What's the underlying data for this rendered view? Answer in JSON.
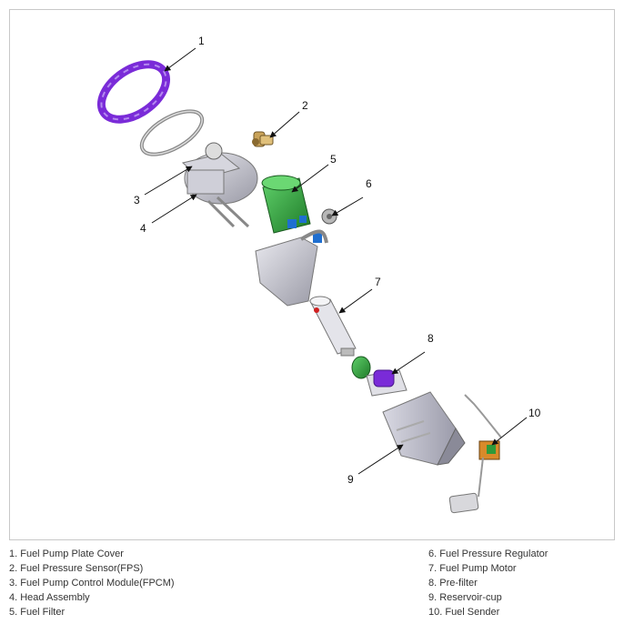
{
  "callouts": [
    "1",
    "2",
    "3",
    "4",
    "5",
    "6",
    "7",
    "8",
    "9",
    "10"
  ],
  "legend": {
    "left": [
      "1. Fuel Pump Plate Cover",
      "2. Fuel Pressure Sensor(FPS)",
      "3. Fuel Pump Control Module(FPCM)",
      "4. Head Assembly",
      "5. Fuel Filter"
    ],
    "right": [
      "6. Fuel Pressure Regulator",
      "7. Fuel Pump Motor",
      "8. Pre-filter",
      "9. Reservoir-cup",
      "10. Fuel Sender"
    ]
  },
  "colors": {
    "plate_cover": "#7a2bd8",
    "fuel_filter": "#2f9a3a",
    "fitting_blue": "#1f6fd0",
    "head_gray": "#bfbfc8",
    "reservoir": "#c7c7d2",
    "sender_orange": "#d88a2a"
  }
}
